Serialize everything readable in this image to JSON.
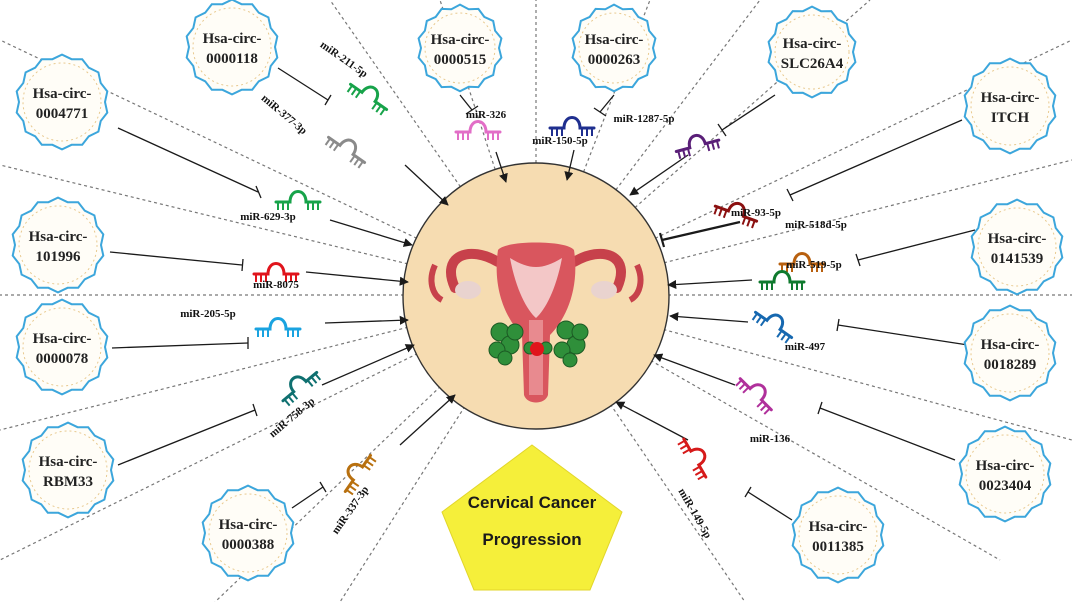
{
  "center": {
    "title_line1": "Cervical Cancer",
    "title_line2": "Progression",
    "pentagon_color": "#f5ef3a"
  },
  "circles": [
    {
      "line1": "Hsa-circ-",
      "line2": "0004771",
      "grey": true
    },
    {
      "line1": "Hsa-circ-",
      "line2": "0000118",
      "grey": true
    },
    {
      "line1": "Hsa-circ-",
      "line2": "0000515",
      "grey": false
    },
    {
      "line1": "Hsa-circ-",
      "line2": "0000263",
      "grey": false
    },
    {
      "line1": "Hsa-circ-",
      "line2": "SLC26A4",
      "grey": false
    },
    {
      "line1": "Hsa-circ-",
      "line2": "ITCH",
      "grey": false
    },
    {
      "line1": "Hsa-circ-",
      "line2": "101996",
      "grey": false
    },
    {
      "line1": "Hsa-circ-",
      "line2": "0141539",
      "grey": false
    },
    {
      "line1": "Hsa-circ-",
      "line2": "0000078",
      "grey": false
    },
    {
      "line1": "Hsa-circ-",
      "line2": "0018289",
      "grey": false
    },
    {
      "line1": "Hsa-circ-",
      "line2": "RBM33",
      "grey": false
    },
    {
      "line1": "Hsa-circ-",
      "line2": "0023404",
      "grey": false
    },
    {
      "line1": "Hsa-circ-",
      "line2": "0000388",
      "grey": false
    },
    {
      "line1": "Hsa-circ-",
      "line2": "0011385",
      "grey": false
    }
  ],
  "mirnas": [
    {
      "label": "miR-211-5p",
      "color": "#17a34a"
    },
    {
      "label": "miR-377-3p",
      "color": "#8a8a8a"
    },
    {
      "label": "miR-326",
      "color": "#e26ec7"
    },
    {
      "label": "miR-150-5p",
      "color": "#1f2f8f"
    },
    {
      "label": "miR-1287-5p",
      "color": "#5a1f78"
    },
    {
      "label": "miR-629-3p",
      "color": "#17a34a"
    },
    {
      "label": "miR-93-5p",
      "color": "#8b1010"
    },
    {
      "label": "miR-518d-5p",
      "color": "#b8600f"
    },
    {
      "label": "miR-519-5p",
      "color": "#0f7a2e"
    },
    {
      "label": "miR-8075",
      "color": "#e0141c"
    },
    {
      "label": "miR-205-5p",
      "color": "#1aa3e0"
    },
    {
      "label": "miR-497",
      "color": "#1668b0"
    },
    {
      "label": "miR-758-3p",
      "color": "#0f7070"
    },
    {
      "label": "miR-136",
      "color": "#b0309b"
    },
    {
      "label": "miR-337-3p",
      "color": "#b8700f"
    },
    {
      "label": "miR-149-5p",
      "color": "#d61a1a"
    }
  ],
  "colors": {
    "center_fill": "#f6dcb1",
    "dashed_lines": "#666666",
    "circle_border": "#3ca6dc"
  }
}
